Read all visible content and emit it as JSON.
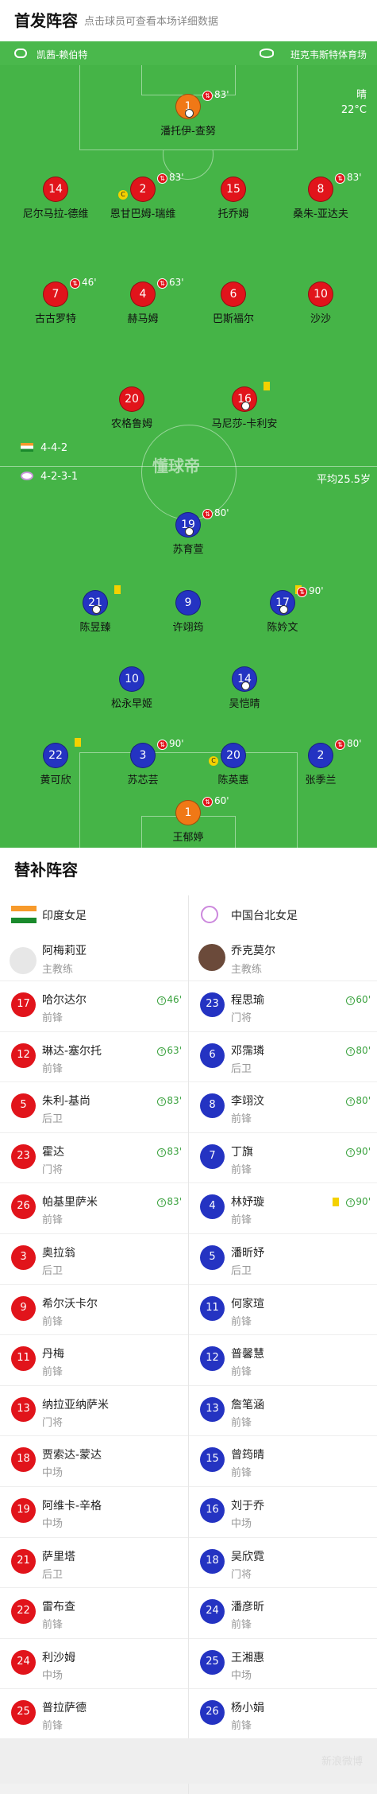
{
  "header": {
    "title": "首发阵容",
    "hint": "点击球员可查看本场详细数据"
  },
  "pitch": {
    "home_coach_label": "凯茜-赖伯特",
    "venue": "班克韦斯特体育场",
    "weather": "晴",
    "temperature": "22°C",
    "watermark": "懂球帝",
    "home_formation": "4-4-2",
    "away_formation": "4-2-3-1",
    "away_avg_age": "平均25.5岁"
  },
  "home_players": [
    {
      "num": "1",
      "name": "潘托伊-查努",
      "color": "orange",
      "sub": "83'",
      "goal": true
    },
    {
      "num": "14",
      "name": "尼尔马拉-德维",
      "color": "red"
    },
    {
      "num": "2",
      "name": "恩甘巴姆-瑞维",
      "color": "red",
      "sub": "83'",
      "captain": true
    },
    {
      "num": "15",
      "name": "托乔姆",
      "color": "red"
    },
    {
      "num": "8",
      "name": "桑朱-亚达夫",
      "color": "red",
      "sub": "83'"
    },
    {
      "num": "7",
      "name": "古古罗特",
      "color": "red",
      "sub": "46'"
    },
    {
      "num": "4",
      "name": "赫马姆",
      "color": "red",
      "sub": "63'"
    },
    {
      "num": "6",
      "name": "巴斯福尔",
      "color": "red"
    },
    {
      "num": "10",
      "name": "沙沙",
      "color": "red"
    },
    {
      "num": "20",
      "name": "农格鲁姆",
      "color": "red"
    },
    {
      "num": "16",
      "name": "马尼莎-卡利安",
      "color": "red",
      "yellow": true,
      "goal": true
    }
  ],
  "away_players": [
    {
      "num": "19",
      "name": "苏育萱",
      "color": "blue",
      "sub": "80'",
      "goal": true
    },
    {
      "num": "21",
      "name": "陈昱臻",
      "color": "blue",
      "yellow": true,
      "goal": true
    },
    {
      "num": "9",
      "name": "许翊筠",
      "color": "blue"
    },
    {
      "num": "17",
      "name": "陈妗文",
      "color": "blue",
      "yellow": true,
      "sub": "90'",
      "goal": true
    },
    {
      "num": "10",
      "name": "松永早姬",
      "color": "blue"
    },
    {
      "num": "14",
      "name": "吴恺晴",
      "color": "blue",
      "goal": true
    },
    {
      "num": "22",
      "name": "黄可欣",
      "color": "blue",
      "yellow": true
    },
    {
      "num": "3",
      "name": "苏芯芸",
      "color": "blue",
      "sub": "90'"
    },
    {
      "num": "20",
      "name": "陈英惠",
      "color": "blue",
      "captain": true
    },
    {
      "num": "2",
      "name": "张季兰",
      "color": "blue",
      "sub": "80'"
    },
    {
      "num": "1",
      "name": "王郁婷",
      "color": "orange",
      "sub": "60'"
    }
  ],
  "subs": {
    "title": "替补阵容",
    "home_team": "印度女足",
    "away_team": "中国台北女足",
    "home_coach": {
      "name": "阿梅莉亚",
      "role": "主教练"
    },
    "away_coach": {
      "name": "乔克莫尔",
      "role": "主教练"
    },
    "home": [
      {
        "num": "17",
        "name": "哈尔达尔",
        "pos": "前锋",
        "time": "46'"
      },
      {
        "num": "12",
        "name": "琳达-塞尔托",
        "pos": "前锋",
        "time": "63'"
      },
      {
        "num": "5",
        "name": "朱利-基尚",
        "pos": "后卫",
        "time": "83'"
      },
      {
        "num": "23",
        "name": "霍达",
        "pos": "门将",
        "time": "83'"
      },
      {
        "num": "26",
        "name": "帕基里萨米",
        "pos": "前锋",
        "time": "83'"
      },
      {
        "num": "3",
        "name": "奥拉翁",
        "pos": "后卫"
      },
      {
        "num": "9",
        "name": "希尔沃卡尔",
        "pos": "前锋"
      },
      {
        "num": "11",
        "name": "丹梅",
        "pos": "前锋"
      },
      {
        "num": "13",
        "name": "纳拉亚纳萨米",
        "pos": "门将"
      },
      {
        "num": "18",
        "name": "贾索达-蒙达",
        "pos": "中场"
      },
      {
        "num": "19",
        "name": "阿维卡-辛格",
        "pos": "中场"
      },
      {
        "num": "21",
        "name": "萨里塔",
        "pos": "后卫"
      },
      {
        "num": "22",
        "name": "雷布查",
        "pos": "前锋"
      },
      {
        "num": "24",
        "name": "利沙姆",
        "pos": "中场"
      },
      {
        "num": "25",
        "name": "普拉萨德",
        "pos": "前锋"
      }
    ],
    "away": [
      {
        "num": "23",
        "name": "程思瑜",
        "pos": "门将",
        "time": "60'"
      },
      {
        "num": "6",
        "name": "邓霈璘",
        "pos": "后卫",
        "time": "80'"
      },
      {
        "num": "8",
        "name": "李翊汶",
        "pos": "前锋",
        "time": "80'"
      },
      {
        "num": "7",
        "name": "丁旗",
        "pos": "前锋",
        "time": "90'"
      },
      {
        "num": "4",
        "name": "林妤璇",
        "pos": "前锋",
        "time": "90'",
        "yellow": true
      },
      {
        "num": "5",
        "name": "潘昕妤",
        "pos": "后卫"
      },
      {
        "num": "11",
        "name": "何家瑄",
        "pos": "前锋"
      },
      {
        "num": "12",
        "name": "普馨慧",
        "pos": "前锋"
      },
      {
        "num": "13",
        "name": "詹笔涵",
        "pos": "前锋"
      },
      {
        "num": "15",
        "name": "曾筠晴",
        "pos": "前锋"
      },
      {
        "num": "16",
        "name": "刘于乔",
        "pos": "中场"
      },
      {
        "num": "18",
        "name": "吴欣霓",
        "pos": "门将"
      },
      {
        "num": "24",
        "name": "潘彦昕",
        "pos": "前锋"
      },
      {
        "num": "25",
        "name": "王湘惠",
        "pos": "中场"
      },
      {
        "num": "26",
        "name": "杨小娟",
        "pos": "前锋"
      }
    ]
  },
  "footer": {
    "watermark": "新浪微博"
  }
}
